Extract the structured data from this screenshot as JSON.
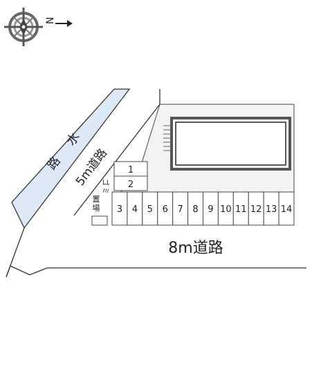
{
  "compass": {
    "north_label": "N",
    "icon": "compass-rose-icon"
  },
  "waterway": {
    "label_1": "水",
    "label_2": "路",
    "color": "#dde9f7"
  },
  "side_road": {
    "label": "5m道路"
  },
  "main_road": {
    "label": "8m道路"
  },
  "garbage": {
    "label_1": "ゴ",
    "label_2": "ミ"
  },
  "bike_parking": {
    "label_1": "置",
    "label_2": "場"
  },
  "parking_upper": [
    "1",
    "2"
  ],
  "parking_row": [
    "3",
    "4",
    "5",
    "6",
    "7",
    "8",
    "9",
    "10",
    "11",
    "12",
    "13",
    "14"
  ],
  "colors": {
    "building_outline": "#555555",
    "lot_fill": "#f2f2f2",
    "line": "#444444"
  }
}
